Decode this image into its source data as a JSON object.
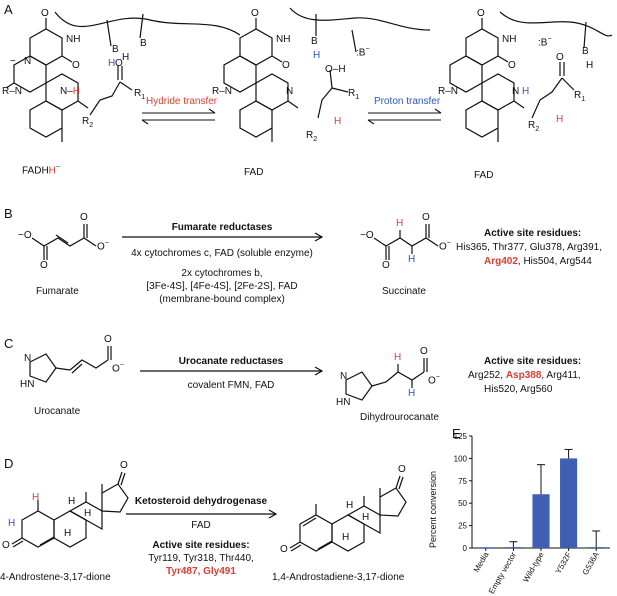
{
  "panels": {
    "a": {
      "letter": "A",
      "left_label": "FADH",
      "left_label_super": "H",
      "left_label_charge": "−",
      "mid_label": "FAD",
      "right_label": "FAD",
      "arrow1_label": "Hydride transfer",
      "arrow2_label": "Proton transfer",
      "atoms": {
        "R": "R",
        "N": "N",
        "NH": "NH",
        "O": "O",
        "H": "H",
        "B": "B",
        "R1": "R",
        "R2": "R",
        "sub1": "1",
        "sub2": "2",
        "minus": "−",
        "bminus": ":B",
        "bminus_charge": "−"
      }
    },
    "b": {
      "letter": "B",
      "enzyme": "Fumarate reductases",
      "cond1": "4x cytochromes c, FAD (soluble enzyme)",
      "cond2_line1": "2x cytochromes b,",
      "cond2_line2": "[3Fe-4S], [4Fe-4S], [2Fe-2S], FAD",
      "cond2_line3": "(membrane-bound complex)",
      "substrate": "Fumarate",
      "product": "Succinate",
      "active_title": "Active site residues:",
      "res_line1": "His365, Thr377, Glu378, Arg391,",
      "res_red": "Arg402",
      "res_line2_rest": ", His504, Arg544"
    },
    "c": {
      "letter": "C",
      "enzyme": "Urocanate reductases",
      "cond1": "covalent FMN, FAD",
      "substrate": "Urocanate",
      "product": "Dihydrourocanate",
      "active_title": "Active site residues:",
      "res_line1_a": "Arg252, ",
      "res_red": "Asp388",
      "res_line1_b": ", Arg411,",
      "res_line2": "His520, Arg560"
    },
    "d": {
      "letter": "D",
      "enzyme": "Ketosteroid dehydrogenase",
      "cond1": "FAD",
      "active_title": "Active site residues:",
      "res_line1": "Tyr119, Tyr318, Thr440,",
      "res_red1": "Tyr487",
      "res_sep": ", ",
      "res_red2": "Gly491",
      "substrate": "4-Androstene-3,17-dione",
      "product": "1,4-Androstadiene-3,17-dione"
    },
    "e": {
      "letter": "E",
      "ylabel": "Percent conversion"
    }
  },
  "chart_data": {
    "type": "bar",
    "title": "",
    "xlabel": "",
    "ylabel": "Percent conversion",
    "ylim": [
      0,
      125
    ],
    "yticks": [
      0,
      25,
      50,
      75,
      100,
      125
    ],
    "categories": [
      "Media",
      "Empty vector",
      "Wild-type",
      "Y532F",
      "G536A"
    ],
    "values": [
      0,
      1,
      60,
      100,
      1
    ],
    "errors": [
      0,
      6,
      33,
      10,
      18
    ],
    "bar_color": "#3f5fb5",
    "grid": false
  }
}
